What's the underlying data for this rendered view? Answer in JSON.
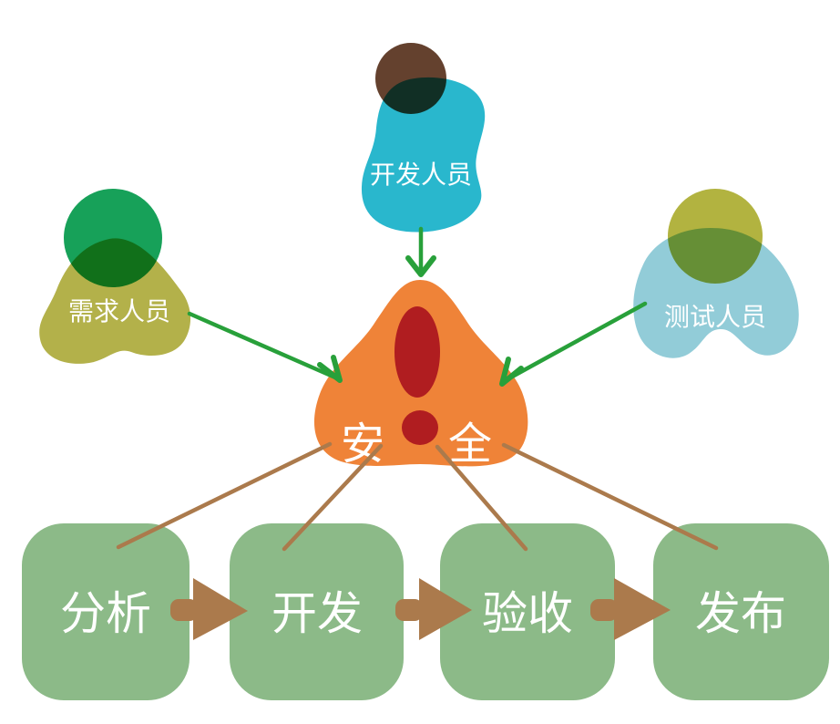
{
  "diagram": {
    "actors": [
      {
        "label": "需求人员",
        "role": "requirements"
      },
      {
        "label": "开发人员",
        "role": "developers"
      },
      {
        "label": "测试人员",
        "role": "testers"
      }
    ],
    "center": {
      "char_left": "安",
      "char_right": "全",
      "icon": "exclamation-mark-icon"
    },
    "stages": [
      {
        "label": "分析"
      },
      {
        "label": "开发"
      },
      {
        "label": "验收"
      },
      {
        "label": "发布"
      }
    ],
    "colors": {
      "requirements_blob": "#b3b14a",
      "requirements_circle": "#17a159",
      "developers_blob": "#29b7cd",
      "developers_circle": "#64412e",
      "testers_blob": "#92ccd8",
      "testers_circle": "#b2b340",
      "security_blob": "#ef8338",
      "exclamation": "#b01d20",
      "stage_box": "#8cba88",
      "flow_brown": "#ab7a4c",
      "input_green": "#28a03a",
      "label_text": "#ffffff",
      "background": "#ffffff"
    }
  }
}
